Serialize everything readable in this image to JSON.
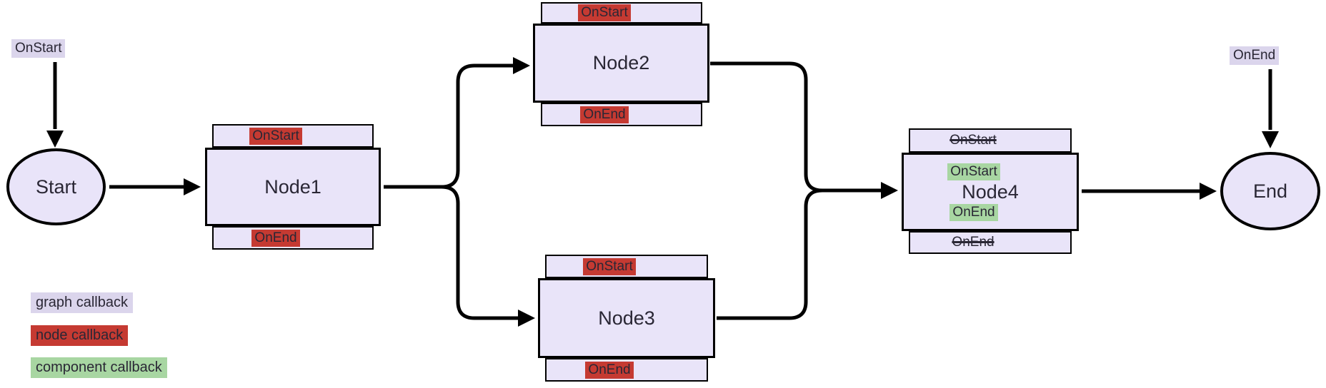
{
  "diagram": {
    "terminals": {
      "start": {
        "label": "Start",
        "callback": "OnStart"
      },
      "end": {
        "label": "End",
        "callback": "OnEnd"
      }
    },
    "nodes": {
      "node1": {
        "name": "Node1",
        "on_start": "OnStart",
        "on_end": "OnEnd"
      },
      "node2": {
        "name": "Node2",
        "on_start": "OnStart",
        "on_end": "OnEnd"
      },
      "node3": {
        "name": "Node3",
        "on_start": "OnStart",
        "on_end": "OnEnd"
      },
      "node4": {
        "name": "Node4",
        "graph_on_start": "OnStart",
        "component_on_start": "OnStart",
        "component_on_end": "OnEnd",
        "graph_on_end": "OnEnd"
      }
    },
    "legend": [
      {
        "label": "graph callback",
        "type": "graph"
      },
      {
        "label": "node callback",
        "type": "node"
      },
      {
        "label": "component callback",
        "type": "component"
      }
    ],
    "colors": {
      "graph_callback": "#DBD5EC",
      "node_callback": "#C53A32",
      "component_callback": "#A8D6A2",
      "node_fill": "#E9E4F9",
      "edge": "#000000",
      "text": "#2A2735"
    }
  }
}
